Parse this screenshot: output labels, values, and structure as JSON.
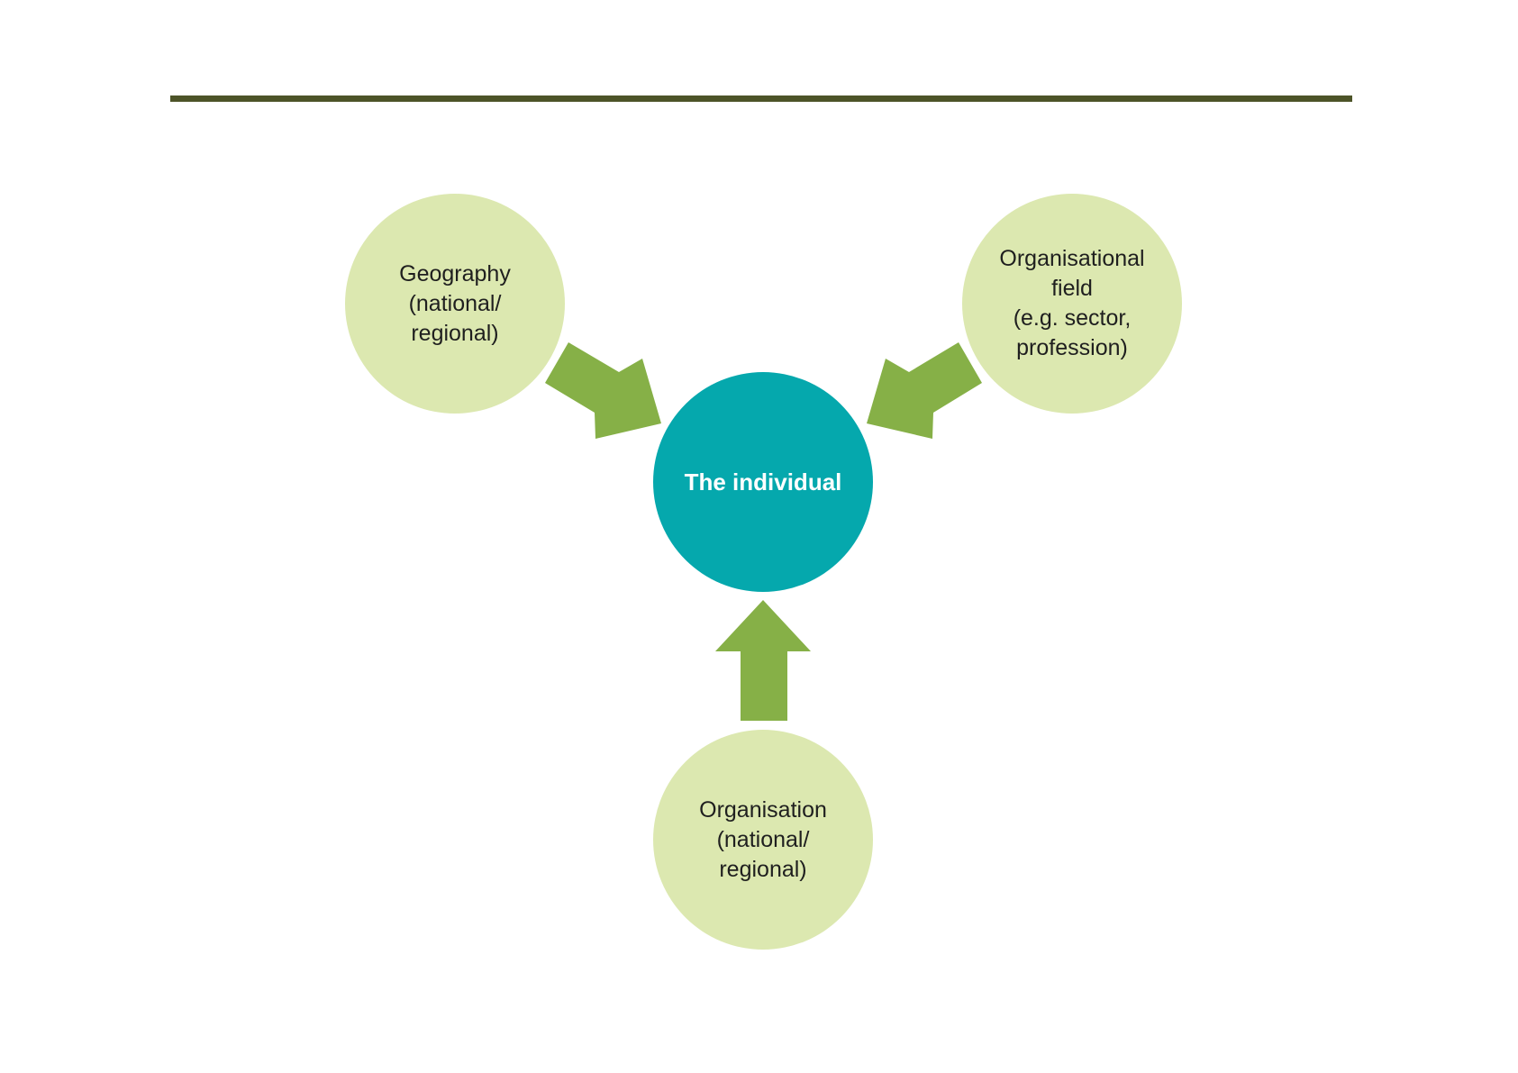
{
  "diagram": {
    "center": {
      "label": "The individual"
    },
    "nodes": [
      {
        "id": "geography",
        "label": "Geography\n(national/\nregional)"
      },
      {
        "id": "organisational-field",
        "label": "Organisational\nfield\n(e.g. sector,\nprofession)"
      },
      {
        "id": "organisation",
        "label": "Organisation\n(national/\nregional)"
      }
    ],
    "edges": [
      {
        "from": "geography",
        "to": "center"
      },
      {
        "from": "organisational-field",
        "to": "center"
      },
      {
        "from": "organisation",
        "to": "center"
      }
    ]
  },
  "colors": {
    "rule": "#4d5428",
    "outer_circle": "#dce8b0",
    "center_circle": "#05a8ad",
    "arrow": "#86b047"
  }
}
